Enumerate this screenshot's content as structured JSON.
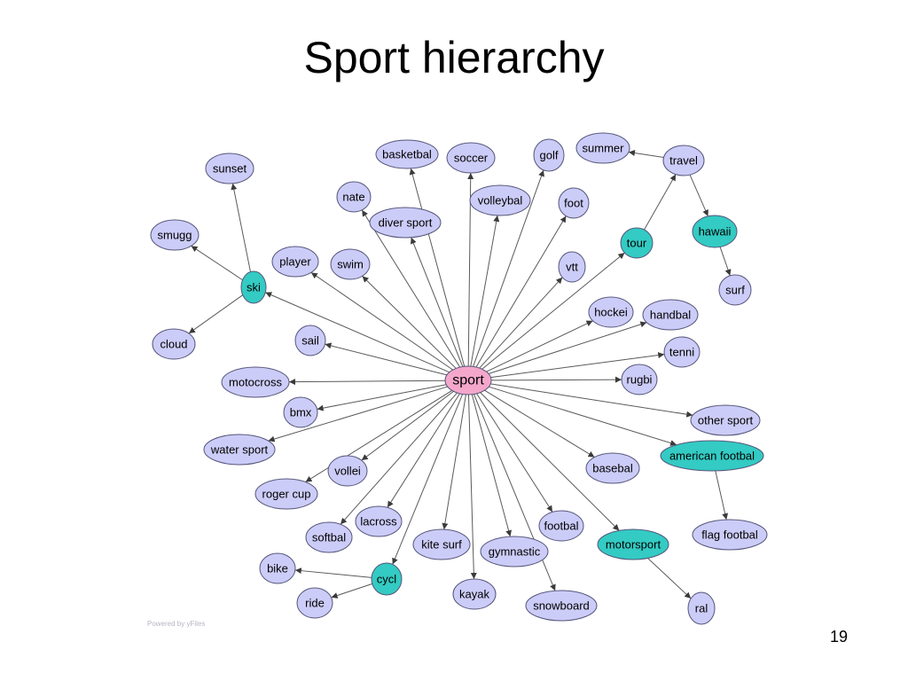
{
  "title": "Sport hierarchy",
  "watermark": "Powered by yFiles",
  "page_number": "19",
  "colors": {
    "root": "#f4a7cb",
    "category": "#ccccf8",
    "subcategory": "#33cbc3",
    "edge": "#5a5a5a"
  },
  "nodes": [
    {
      "id": "sport",
      "label": "sport",
      "kind": "root"
    },
    {
      "id": "basketbal",
      "label": "basketbal",
      "kind": "category"
    },
    {
      "id": "soccer",
      "label": "soccer",
      "kind": "category"
    },
    {
      "id": "golf",
      "label": "golf",
      "kind": "category"
    },
    {
      "id": "summer",
      "label": "summer",
      "kind": "category"
    },
    {
      "id": "travel",
      "label": "travel",
      "kind": "category"
    },
    {
      "id": "sunset",
      "label": "sunset",
      "kind": "category"
    },
    {
      "id": "nate",
      "label": "nate",
      "kind": "category"
    },
    {
      "id": "volleybal",
      "label": "volleybal",
      "kind": "category"
    },
    {
      "id": "foot",
      "label": "foot",
      "kind": "category"
    },
    {
      "id": "diver-sport",
      "label": "diver sport",
      "kind": "category"
    },
    {
      "id": "smugg",
      "label": "smugg",
      "kind": "category"
    },
    {
      "id": "hawaii",
      "label": "hawaii",
      "kind": "subcategory"
    },
    {
      "id": "tour",
      "label": "tour",
      "kind": "subcategory"
    },
    {
      "id": "player",
      "label": "player",
      "kind": "category"
    },
    {
      "id": "swim",
      "label": "swim",
      "kind": "category"
    },
    {
      "id": "vtt",
      "label": "vtt",
      "kind": "category"
    },
    {
      "id": "ski",
      "label": "ski",
      "kind": "subcategory"
    },
    {
      "id": "surf",
      "label": "surf",
      "kind": "category"
    },
    {
      "id": "hockei",
      "label": "hockei",
      "kind": "category"
    },
    {
      "id": "handbal",
      "label": "handbal",
      "kind": "category"
    },
    {
      "id": "cloud",
      "label": "cloud",
      "kind": "category"
    },
    {
      "id": "sail",
      "label": "sail",
      "kind": "category"
    },
    {
      "id": "tenni",
      "label": "tenni",
      "kind": "category"
    },
    {
      "id": "motocross",
      "label": "motocross",
      "kind": "category"
    },
    {
      "id": "rugbi",
      "label": "rugbi",
      "kind": "category"
    },
    {
      "id": "bmx",
      "label": "bmx",
      "kind": "category"
    },
    {
      "id": "other-sport",
      "label": "other sport",
      "kind": "category"
    },
    {
      "id": "water-sport",
      "label": "water sport",
      "kind": "category"
    },
    {
      "id": "american-footbal",
      "label": "american footbal",
      "kind": "subcategory"
    },
    {
      "id": "vollei",
      "label": "vollei",
      "kind": "category"
    },
    {
      "id": "basebal",
      "label": "basebal",
      "kind": "category"
    },
    {
      "id": "roger-cup",
      "label": "roger cup",
      "kind": "category"
    },
    {
      "id": "lacross",
      "label": "lacross",
      "kind": "category"
    },
    {
      "id": "footbal",
      "label": "footbal",
      "kind": "category"
    },
    {
      "id": "softbal",
      "label": "softbal",
      "kind": "category"
    },
    {
      "id": "kite-surf",
      "label": "kite surf",
      "kind": "category"
    },
    {
      "id": "gymnastic",
      "label": "gymnastic",
      "kind": "category"
    },
    {
      "id": "motorsport",
      "label": "motorsport",
      "kind": "subcategory"
    },
    {
      "id": "flag-footbal",
      "label": "flag footbal",
      "kind": "category"
    },
    {
      "id": "bike",
      "label": "bike",
      "kind": "category"
    },
    {
      "id": "cycl",
      "label": "cycl",
      "kind": "subcategory"
    },
    {
      "id": "ride",
      "label": "ride",
      "kind": "category"
    },
    {
      "id": "kayak",
      "label": "kayak",
      "kind": "category"
    },
    {
      "id": "snowboard",
      "label": "snowboard",
      "kind": "category"
    },
    {
      "id": "ral",
      "label": "ral",
      "kind": "category"
    }
  ],
  "edges": [
    [
      "sport",
      "basketbal"
    ],
    [
      "sport",
      "soccer"
    ],
    [
      "sport",
      "golf"
    ],
    [
      "sport",
      "nate"
    ],
    [
      "sport",
      "volleybal"
    ],
    [
      "sport",
      "foot"
    ],
    [
      "sport",
      "diver-sport"
    ],
    [
      "sport",
      "tour"
    ],
    [
      "sport",
      "player"
    ],
    [
      "sport",
      "swim"
    ],
    [
      "sport",
      "vtt"
    ],
    [
      "sport",
      "ski"
    ],
    [
      "sport",
      "hockei"
    ],
    [
      "sport",
      "handbal"
    ],
    [
      "sport",
      "sail"
    ],
    [
      "sport",
      "tenni"
    ],
    [
      "sport",
      "motocross"
    ],
    [
      "sport",
      "rugbi"
    ],
    [
      "sport",
      "bmx"
    ],
    [
      "sport",
      "other-sport"
    ],
    [
      "sport",
      "water-sport"
    ],
    [
      "sport",
      "american-footbal"
    ],
    [
      "sport",
      "vollei"
    ],
    [
      "sport",
      "basebal"
    ],
    [
      "sport",
      "roger-cup"
    ],
    [
      "sport",
      "lacross"
    ],
    [
      "sport",
      "footbal"
    ],
    [
      "sport",
      "softbal"
    ],
    [
      "sport",
      "kite-surf"
    ],
    [
      "sport",
      "gymnastic"
    ],
    [
      "sport",
      "motorsport"
    ],
    [
      "sport",
      "cycl"
    ],
    [
      "sport",
      "kayak"
    ],
    [
      "sport",
      "snowboard"
    ],
    [
      "travel",
      "summer"
    ],
    [
      "tour",
      "travel"
    ],
    [
      "travel",
      "hawaii"
    ],
    [
      "hawaii",
      "surf"
    ],
    [
      "ski",
      "sunset"
    ],
    [
      "ski",
      "smugg"
    ],
    [
      "ski",
      "cloud"
    ],
    [
      "american-footbal",
      "flag-footbal"
    ],
    [
      "motorsport",
      "ral"
    ],
    [
      "cycl",
      "bike"
    ],
    [
      "cycl",
      "ride"
    ]
  ]
}
